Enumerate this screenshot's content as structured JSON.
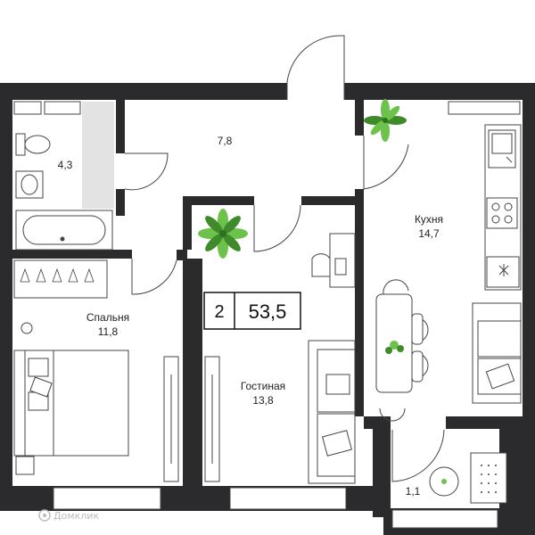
{
  "colors": {
    "wall": "#2b2b2d",
    "line": "#444444",
    "plant": "#6cc24a",
    "plant_dark": "#3f8a2a",
    "fixture_fill": "#ffffff",
    "tile": "#e3e3e3"
  },
  "summary": {
    "rooms": "2",
    "area": "53,5"
  },
  "rooms": {
    "bathroom": {
      "area": "4,3"
    },
    "hall": {
      "area": "7,8"
    },
    "kitchen": {
      "name": "Кухня",
      "area": "14,7"
    },
    "bedroom": {
      "name": "Спальня",
      "area": "11,8"
    },
    "living": {
      "name": "Гостиная",
      "area": "13,8"
    },
    "balcony": {
      "area": "1,1"
    }
  },
  "icons": [
    "plant-icon",
    "sink-icon",
    "toilet-icon",
    "bathtub-icon",
    "stove-icon",
    "bed-icon",
    "sofa-icon",
    "dining-table-icon",
    "wardrobe-icon",
    "desk-icon",
    "armchair-icon"
  ],
  "watermark": {
    "text": "Домклик"
  }
}
